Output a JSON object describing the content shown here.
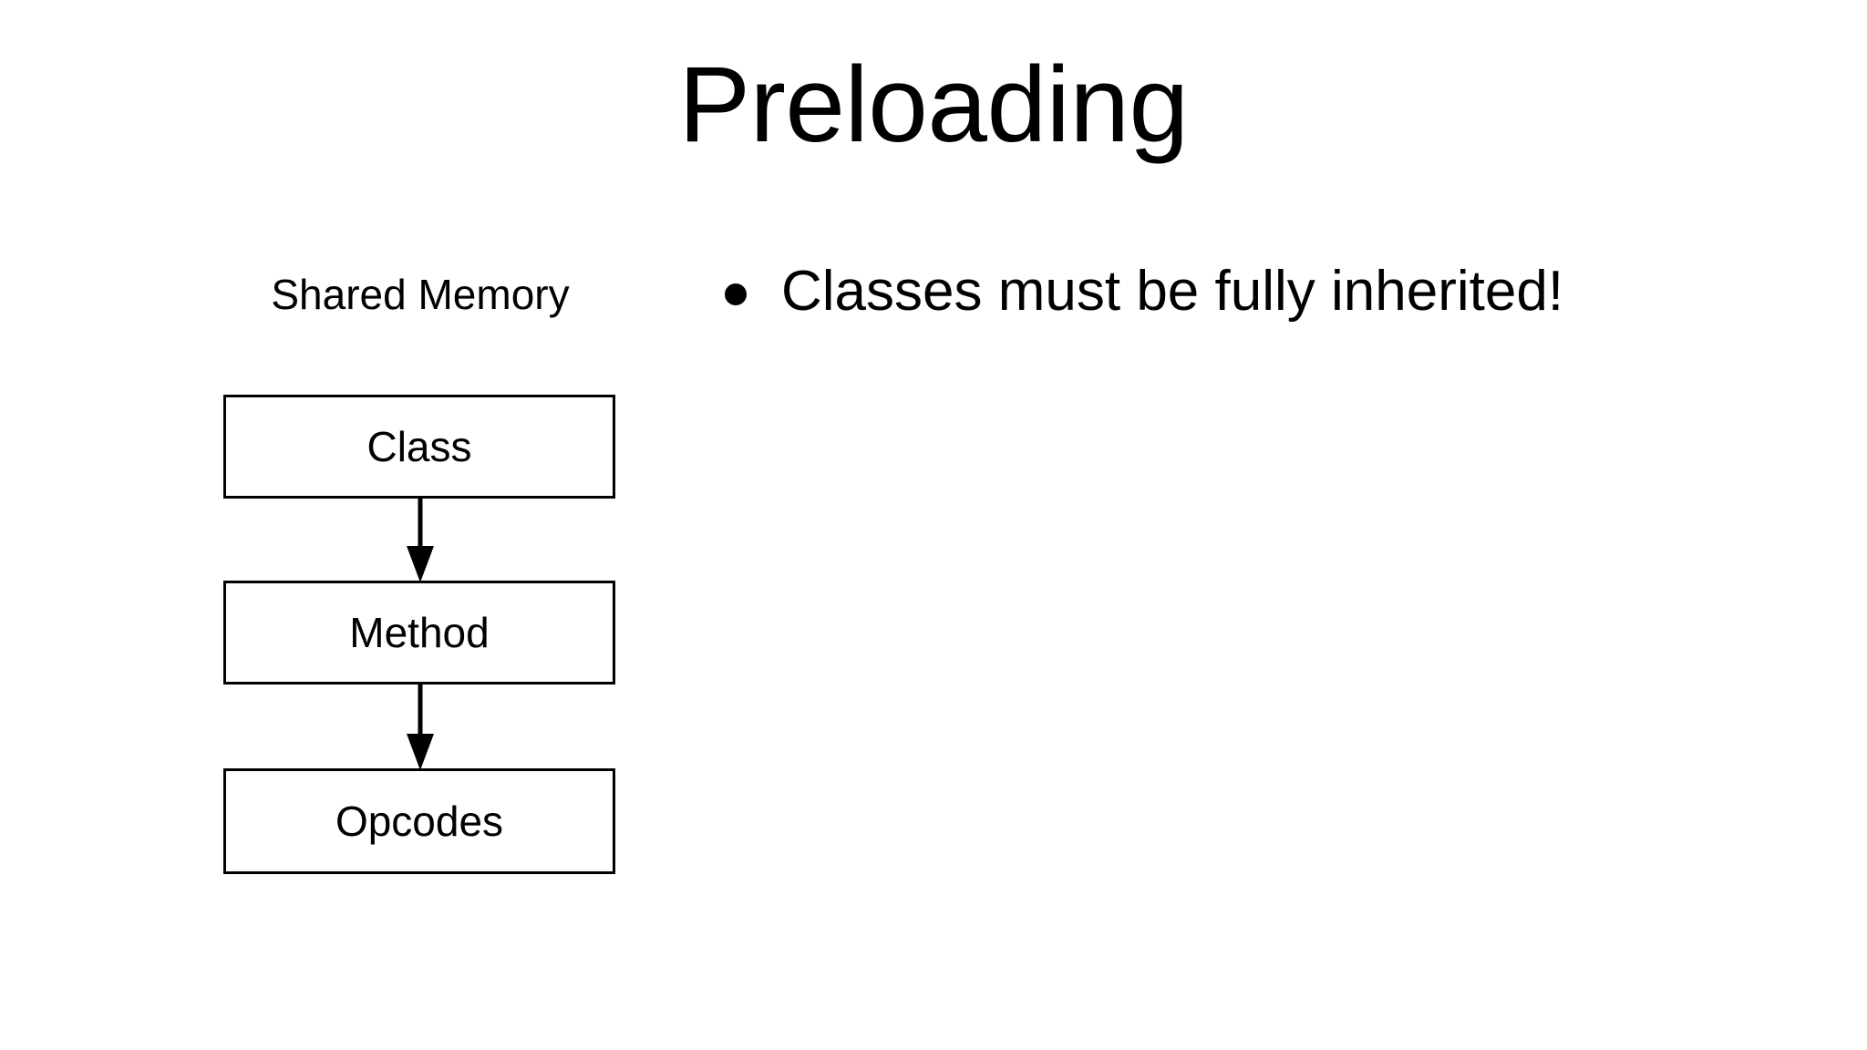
{
  "slide": {
    "title": "Preloading",
    "background_color": "#ffffff",
    "text_color": "#000000"
  },
  "diagram": {
    "caption": "Shared Memory",
    "boxes": [
      {
        "label": "Class"
      },
      {
        "label": "Method"
      },
      {
        "label": "Opcodes"
      }
    ],
    "connectors": [
      {
        "from": "Class",
        "to": "Method",
        "style": "arrow-down"
      },
      {
        "from": "Method",
        "to": "Opcodes",
        "style": "arrow-down"
      }
    ],
    "stroke_color": "#000000",
    "fill_color": "#ffffff"
  },
  "content": {
    "bullets": [
      {
        "marker": "bullet-dot",
        "text": "Classes must be fully inherited!"
      }
    ]
  }
}
